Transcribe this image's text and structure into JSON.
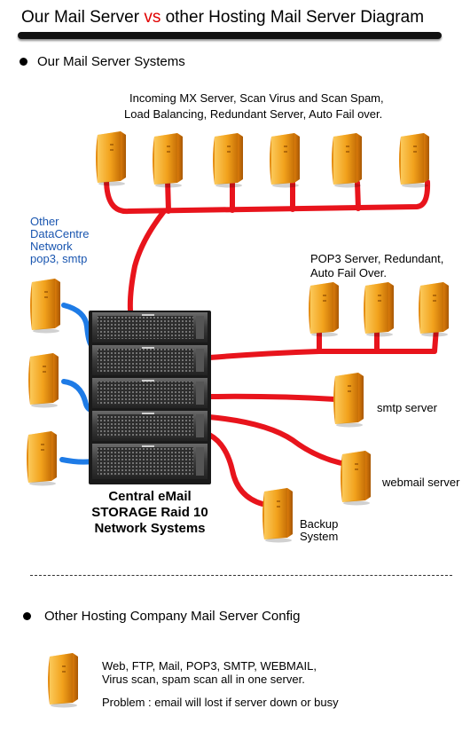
{
  "title": {
    "part1": "Our Mail Server ",
    "vs": "vs",
    "part2": " other Hosting Mail Server Diagram"
  },
  "section1": {
    "heading": "Our Mail Server Systems"
  },
  "mx": {
    "line1": "Incoming MX Server, Scan Virus and Scan Spam,",
    "line2": "Load Balancing, Redundant Server, Auto Fail over."
  },
  "other_network": {
    "line1": "Other",
    "line2": "DataCentre",
    "line3": "Network",
    "line4": "pop3, smtp"
  },
  "pop3": {
    "line1": "POP3 Server, Redundant,",
    "line2": "Auto Fail Over."
  },
  "smtp": {
    "label": "smtp server"
  },
  "webmail": {
    "label": "webmail server"
  },
  "backup": {
    "line1": "Backup",
    "line2": "System"
  },
  "storage": {
    "line1": "Central eMail",
    "line2": "STORAGE Raid 10",
    "line3": "Network Systems"
  },
  "section2": {
    "heading": "Other Hosting Company Mail Server Config"
  },
  "other_config": {
    "line1": "Web, FTP, Mail, POP3, SMTP, WEBMAIL,",
    "line2": "Virus scan, spam scan all in one server.",
    "problem": "Problem : email will lost if server down or busy"
  },
  "colors": {
    "link_red": "#e8141c",
    "link_blue": "#1e7be6",
    "server_orange": "#f2a21c",
    "title_accent": "#e00000"
  }
}
